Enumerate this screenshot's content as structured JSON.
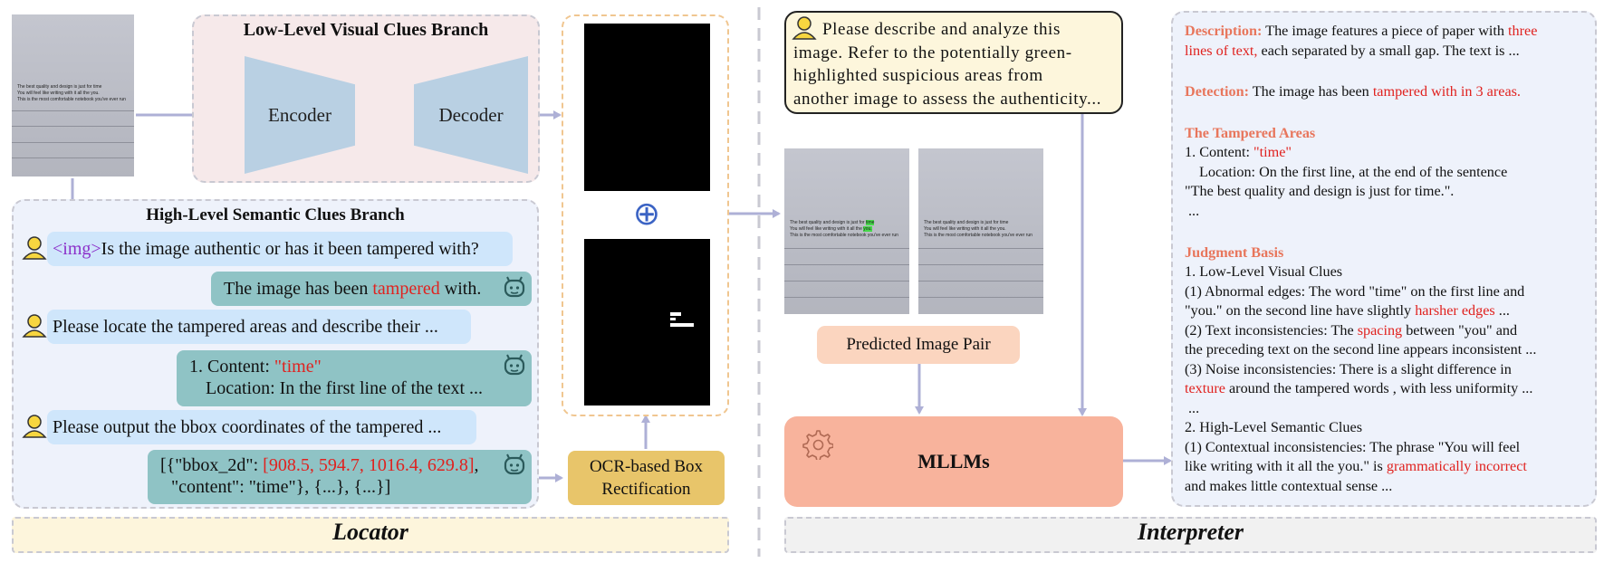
{
  "photo": {
    "line1": "The best quality and design is just for",
    "line1_hl": "time",
    "line2": "You will feel like writing with it all the",
    "line2_hl": "you.",
    "line3": "This is the most comfortable notebook you've ever run"
  },
  "low_branch": {
    "title": "Low-Level Visual Clues Branch",
    "encoder": "Encoder",
    "decoder": "Decoder"
  },
  "high_branch": {
    "title": "High-Level Semantic Clues Branch",
    "q1_tag": "<img>",
    "q1_text": "Is the image authentic or has it been tampered with?",
    "a1_pre": "The image has been ",
    "a1_red": "tampered",
    "a1_post": " with.",
    "q2": "Please locate the tampered areas and describe their ...",
    "a2_l1_pre": "1. Content: ",
    "a2_l1_red": "\"time\"",
    "a2_l2": "Location: In the first line of the text ...",
    "q3": "Please output the bbox coordinates of the tampered ...",
    "a3_l1_pre": "[{\"bbox_2d\": ",
    "a3_l1_red": "[908.5, 594.7, 1016.4, 629.8]",
    "a3_l1_post": ",",
    "a3_l2": "\"content\": \"time\"}, {...}, {...}]"
  },
  "ocr_box": {
    "l1": "OCR-based Box",
    "l2": "Rectification"
  },
  "plus_icon": "⊕",
  "locator_label": "Locator",
  "interpreter_label": "Interpreter",
  "prompt_text": [
    "Please describe and analyze this",
    "image. Refer to the potentially green-",
    "highlighted suspicious areas from",
    "another image to assess the authenticity..."
  ],
  "pair_label": "Predicted Image Pair",
  "mllm_label": "MLLMs",
  "output": {
    "desc_head": "Description:",
    "desc_l1_pre": " The image features a piece of paper with ",
    "desc_l1_red": "three",
    "desc_l2_red": "lines of text,",
    "desc_l2_post": " each separated by a small gap. The text is ...",
    "det_head": "Detection:",
    "det_pre": " The image has been ",
    "det_red": "tampered with in 3 areas.",
    "areas_head": "The Tampered Areas",
    "area_l1_pre": "1. Content: ",
    "area_l1_red": "\"time\"",
    "area_l2": "Location: On the first line, at the end of the sentence",
    "area_l3": "\"The best quality and design is just for time.\".",
    "ellipsis": "...",
    "basis_head": "Judgment Basis",
    "b1": "1. Low-Level Visual Clues",
    "b2": "(1) Abnormal edges: The word \"time\" on the first line and",
    "b3_pre": "\"you.\" on the second line have slightly ",
    "b3_red": "harsher edges",
    "b3_post": " ...",
    "b4_pre": "(2) Text inconsistencies: The ",
    "b4_red": "spacing",
    "b4_post": " between \"you\" and",
    "b5": "the preceding text on the second line appears inconsistent ...",
    "b6": "(3) Noise inconsistencies: There is a slight difference in",
    "b7_red": "texture",
    "b7_post": " around the tampered words , with less uniformity ...",
    "b8": "...",
    "b9": "2. High-Level Semantic Clues",
    "b10": "(1) Contextual inconsistencies: The phrase \"You will feel",
    "b11_pre": "like writing with it all the you.\" is ",
    "b11_red": "grammatically incorrect",
    "b12": "and makes little contextual sense ..."
  },
  "colors": {
    "arrow": "#aeb0d6",
    "low_branch_bg": "#f6e9ea",
    "high_branch_bg": "#eef2fb",
    "trapezoid": "#b9d0e3",
    "ocr_box": "#e8c56a",
    "pair_label_bg": "#fbd5bf",
    "mllm_bg": "#f8b39c",
    "prompt_bg": "#fdf6dc",
    "locator_bar": "#fdf5dc",
    "interpreter_bar": "#f1f1f1",
    "highlight": "#46d84a",
    "red_text": "#e0221f",
    "heading_salmon": "#e8765c"
  }
}
